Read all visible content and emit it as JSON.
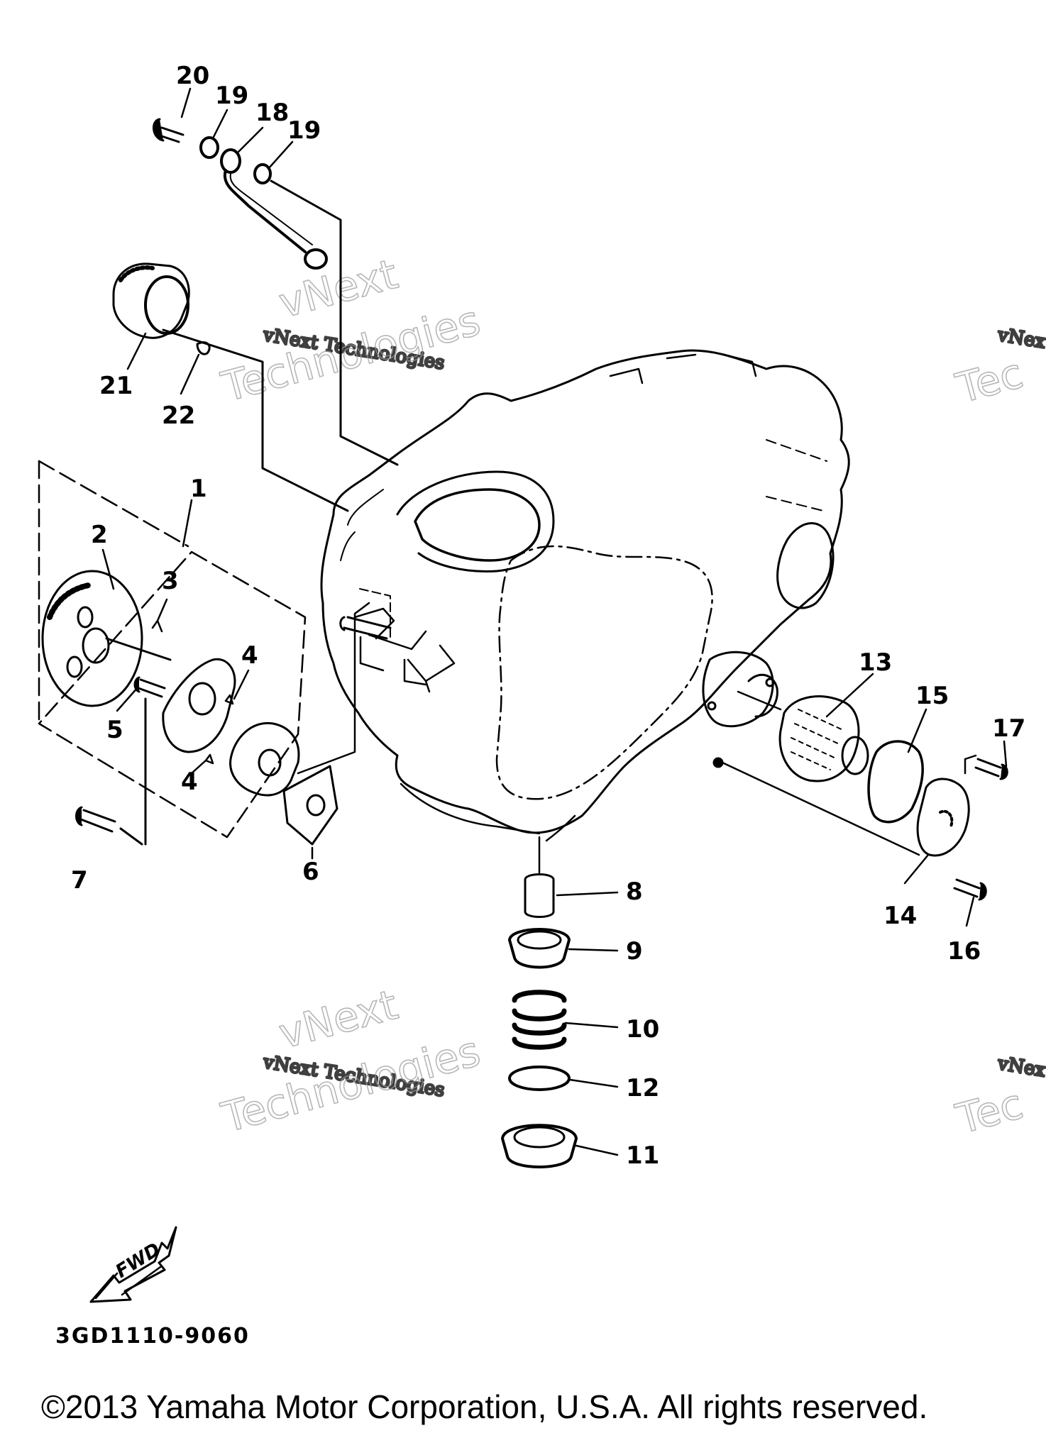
{
  "callouts": [
    {
      "id": "20",
      "label": "20"
    },
    {
      "id": "19a",
      "label": "19"
    },
    {
      "id": "18",
      "label": "18"
    },
    {
      "id": "19b",
      "label": "19"
    },
    {
      "id": "21",
      "label": "21"
    },
    {
      "id": "22",
      "label": "22"
    },
    {
      "id": "1",
      "label": "1"
    },
    {
      "id": "2",
      "label": "2"
    },
    {
      "id": "3",
      "label": "3"
    },
    {
      "id": "4a",
      "label": "4"
    },
    {
      "id": "5",
      "label": "5"
    },
    {
      "id": "4b",
      "label": "4"
    },
    {
      "id": "6",
      "label": "6"
    },
    {
      "id": "7",
      "label": "7"
    },
    {
      "id": "13",
      "label": "13"
    },
    {
      "id": "15",
      "label": "15"
    },
    {
      "id": "17",
      "label": "17"
    },
    {
      "id": "14",
      "label": "14"
    },
    {
      "id": "16",
      "label": "16"
    },
    {
      "id": "8",
      "label": "8"
    },
    {
      "id": "9",
      "label": "9"
    },
    {
      "id": "10",
      "label": "10"
    },
    {
      "id": "12",
      "label": "12"
    },
    {
      "id": "11",
      "label": "11"
    }
  ],
  "fwd_arrow": {
    "label": "FWD"
  },
  "part_code": "3GD1110-9060",
  "watermarks": {
    "small": "vNext Technologies",
    "small_cut": "vNex",
    "big_line1": "vNext",
    "big_line2": "Technologies",
    "big_cut": "Tec"
  },
  "copyright": "©2013 Yamaha Motor Corporation, U.S.A. All rights reserved."
}
